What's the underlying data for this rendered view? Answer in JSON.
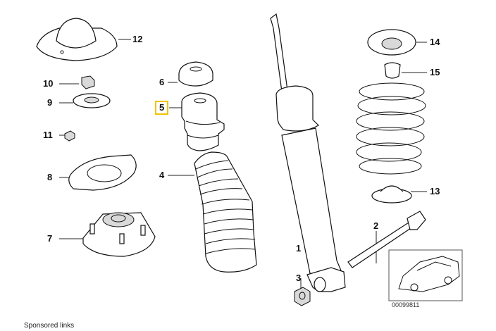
{
  "callouts": {
    "c1": "1",
    "c2": "2",
    "c3": "3",
    "c4": "4",
    "c5": "5",
    "c6": "6",
    "c7": "7",
    "c8": "8",
    "c9": "9",
    "c10": "10",
    "c11": "11",
    "c12": "12",
    "c13": "13",
    "c14": "14",
    "c15": "15"
  },
  "selected_callout": "5",
  "reference_number": "00099811",
  "footer_text": "Sponsored links",
  "colors": {
    "highlight": "#f2c200",
    "line": "#111111"
  }
}
